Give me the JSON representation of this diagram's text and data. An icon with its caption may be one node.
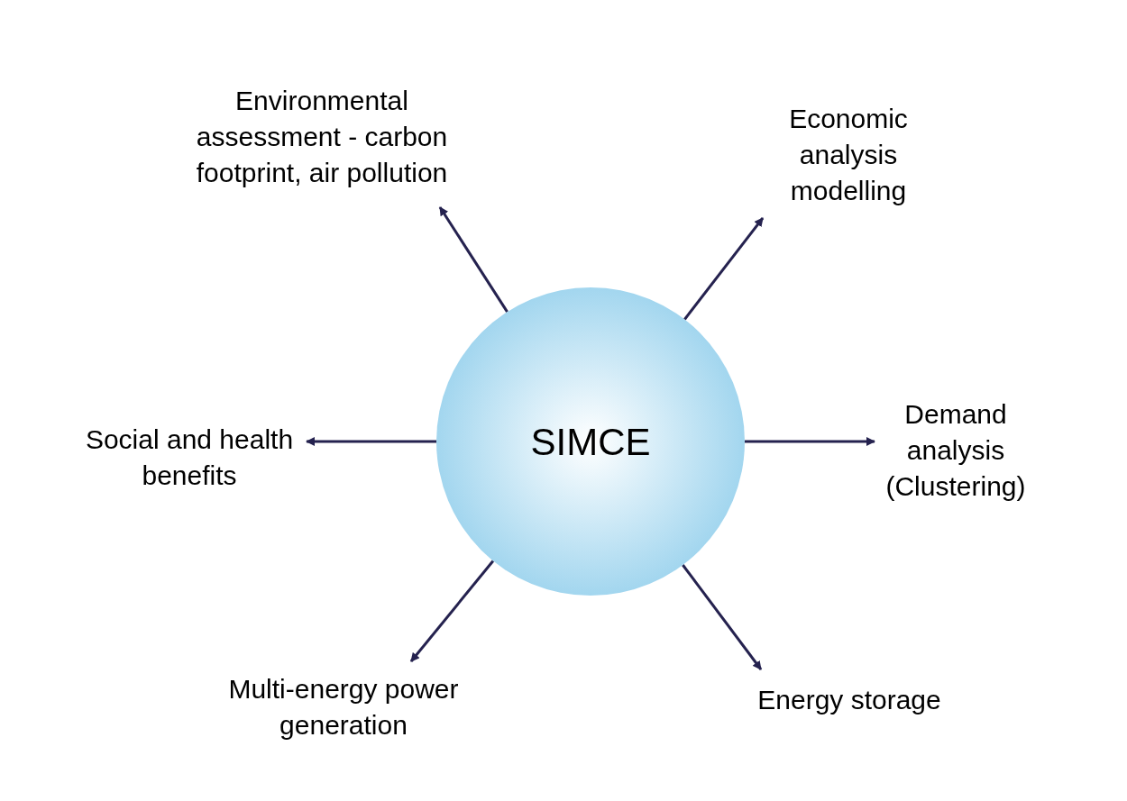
{
  "diagram": {
    "nodes": [
      {
        "text": [
          "SIMCE"
        ]
      },
      {
        "text": [
          "Environmental assessment - carbon footprint, air pollution"
        ]
      },
      {
        "text": [
          "Economic analysis modelling"
        ]
      },
      {
        "text": [
          "Social and health benefits"
        ]
      },
      {
        "text": [
          "Demand analysis (Clustering)"
        ]
      },
      {
        "text": [
          "Multi-energy power generation"
        ]
      },
      {
        "text": [
          "Energy storage"
        ]
      }
    ],
    "edges": [
      {
        "from": 0,
        "to": 1,
        "arrow": "to"
      },
      {
        "from": 0,
        "to": 2,
        "arrow": "to"
      },
      {
        "from": 0,
        "to": 3,
        "arrow": "to"
      },
      {
        "from": 0,
        "to": 4,
        "arrow": "to"
      },
      {
        "from": 0,
        "to": 5,
        "arrow": "to"
      },
      {
        "from": 0,
        "to": 6,
        "arrow": "to"
      }
    ]
  }
}
